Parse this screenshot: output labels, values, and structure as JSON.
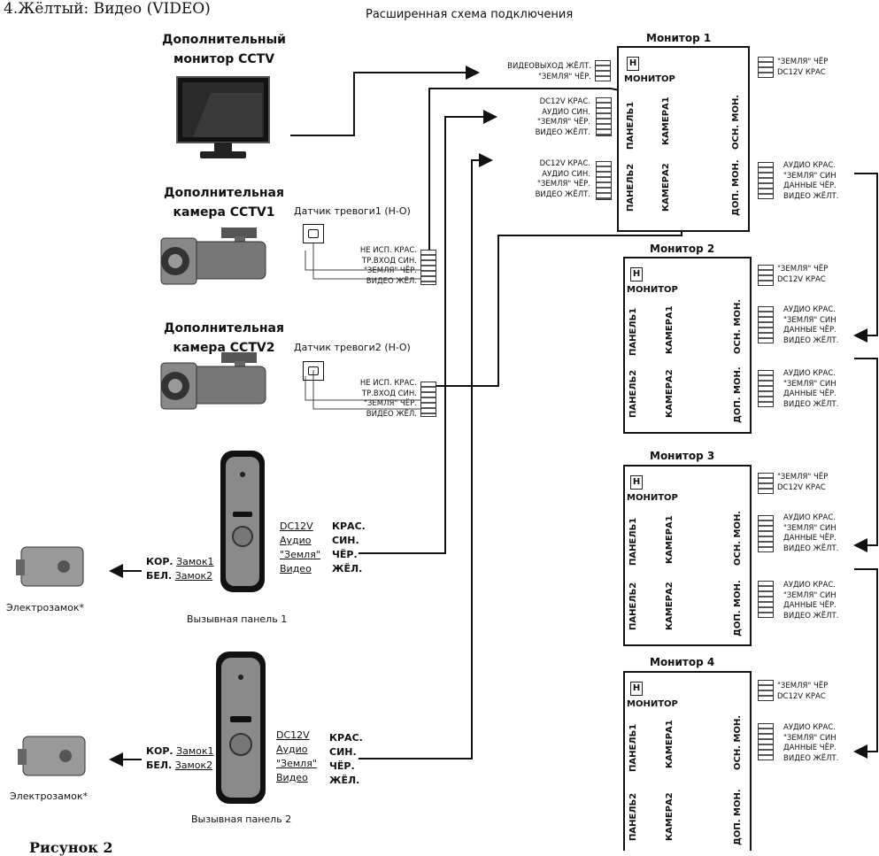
{
  "header": {
    "top_text": "4.Жёлтый: Видео (VIDEO)",
    "title": "Расширенная схема подключения"
  },
  "devices": {
    "cctv_monitor": "Дополнительный\nмонитор CCTV",
    "camera1": "Дополнительная\nкамера CCTV1",
    "camera2": "Дополнительная\nкамера CCTV2",
    "alarm1": "Датчик тревоги1 (Н-О)",
    "alarm2": "Датчик тревоги2 (Н-О)",
    "lock": "Электрозамок*",
    "panel1": "Вызывная панель 1",
    "panel2": "Вызывная панель 2"
  },
  "wires": {
    "video_out": [
      "ВИДЕОВЫХОД ЖЁЛТ.",
      "\"ЗЕМЛЯ\" ЧЁР."
    ],
    "camera_left": [
      "DC12V КРАС.",
      "АУДИО СИН.",
      "\"ЗЕМЛЯ\" ЧЁР.",
      "ВИДЕО ЖЁЛТ."
    ],
    "camera_sensor": [
      "НЕ ИСП. КРАС.",
      "ТР.ВХОД СИН.",
      "\"ЗЕМЛЯ\" ЧЁР.",
      "ВИДЕО ЖЁЛ."
    ],
    "power": [
      "\"ЗЕМЛЯ\" ЧЁР",
      "DC12V КРАС"
    ],
    "data": [
      "АУДИО КРАС.",
      "\"ЗЕМЛЯ\" СИН",
      "ДАННЫЕ ЧЁР.",
      "ВИДЕО ЖЁЛТ."
    ]
  },
  "panel": {
    "left_labels": [
      "DC12V",
      "Аудио",
      "\"Земля\"",
      "Видео"
    ],
    "right_labels": [
      "КРАС.",
      "СИН.",
      "ЧЁР.",
      "ЖЁЛ."
    ],
    "lock_lines": [
      [
        "КОР.",
        "Замок1"
      ],
      [
        "БЕЛ.",
        "Замок2"
      ]
    ]
  },
  "monitors": [
    {
      "title": "Монитор 1",
      "label": "МОНИТОР"
    },
    {
      "title": "Монитор 2",
      "label": "МОНИТОР"
    },
    {
      "title": "Монитор 3",
      "label": "МОНИТОР"
    },
    {
      "title": "Монитор 4",
      "label": "МОНИТОР"
    }
  ],
  "monitor_ports": [
    "ПАНЕЛЬ1",
    "КАМЕРА1",
    "ОСН. МОН.",
    "ПАНЕЛЬ2",
    "КАМЕРА2",
    "ДОП. МОН."
  ],
  "monitor_icon": "H",
  "figure_caption": "Рисунок 2"
}
